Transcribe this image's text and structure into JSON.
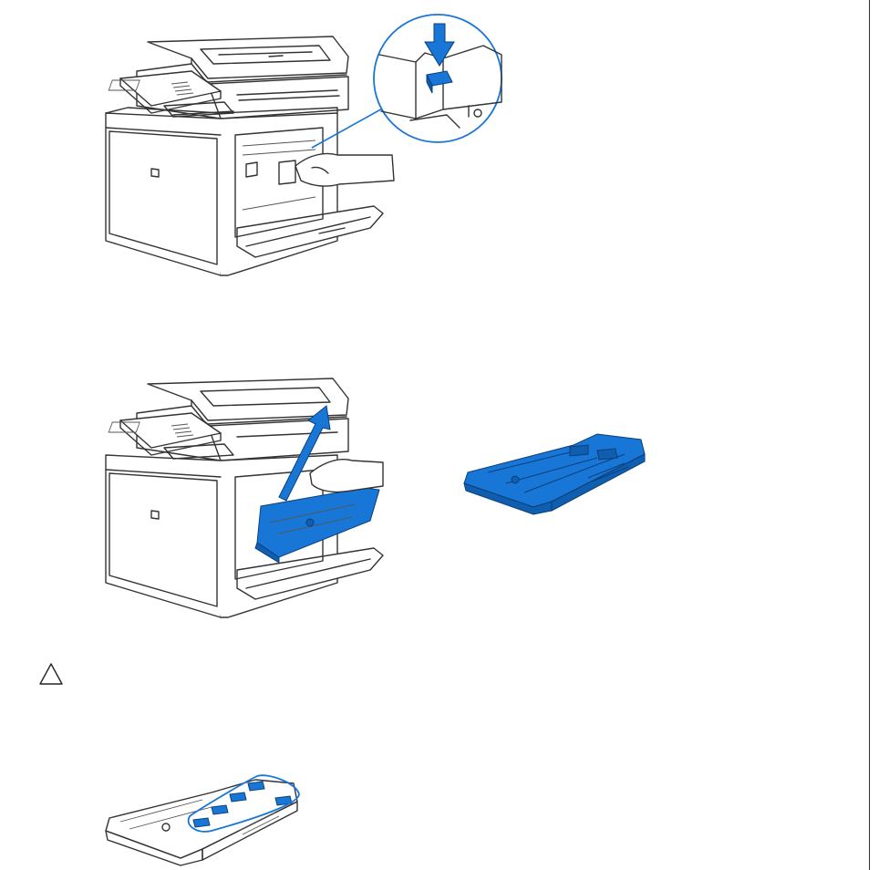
{
  "page": {
    "background": "#ffffff",
    "accent_color": "#1877d6",
    "line_color": "#333333"
  },
  "figures": [
    {
      "id": "step-1",
      "icon": "printer-press-lock-lever-icon"
    },
    {
      "id": "step-2",
      "icon": "printer-remove-waste-toner-box-icon"
    },
    {
      "id": "step-2-part",
      "icon": "waste-toner-box-icon"
    },
    {
      "id": "step-3",
      "icon": "waste-toner-box-openings-icon"
    }
  ],
  "caution": {
    "icon": "caution-triangle-icon"
  }
}
